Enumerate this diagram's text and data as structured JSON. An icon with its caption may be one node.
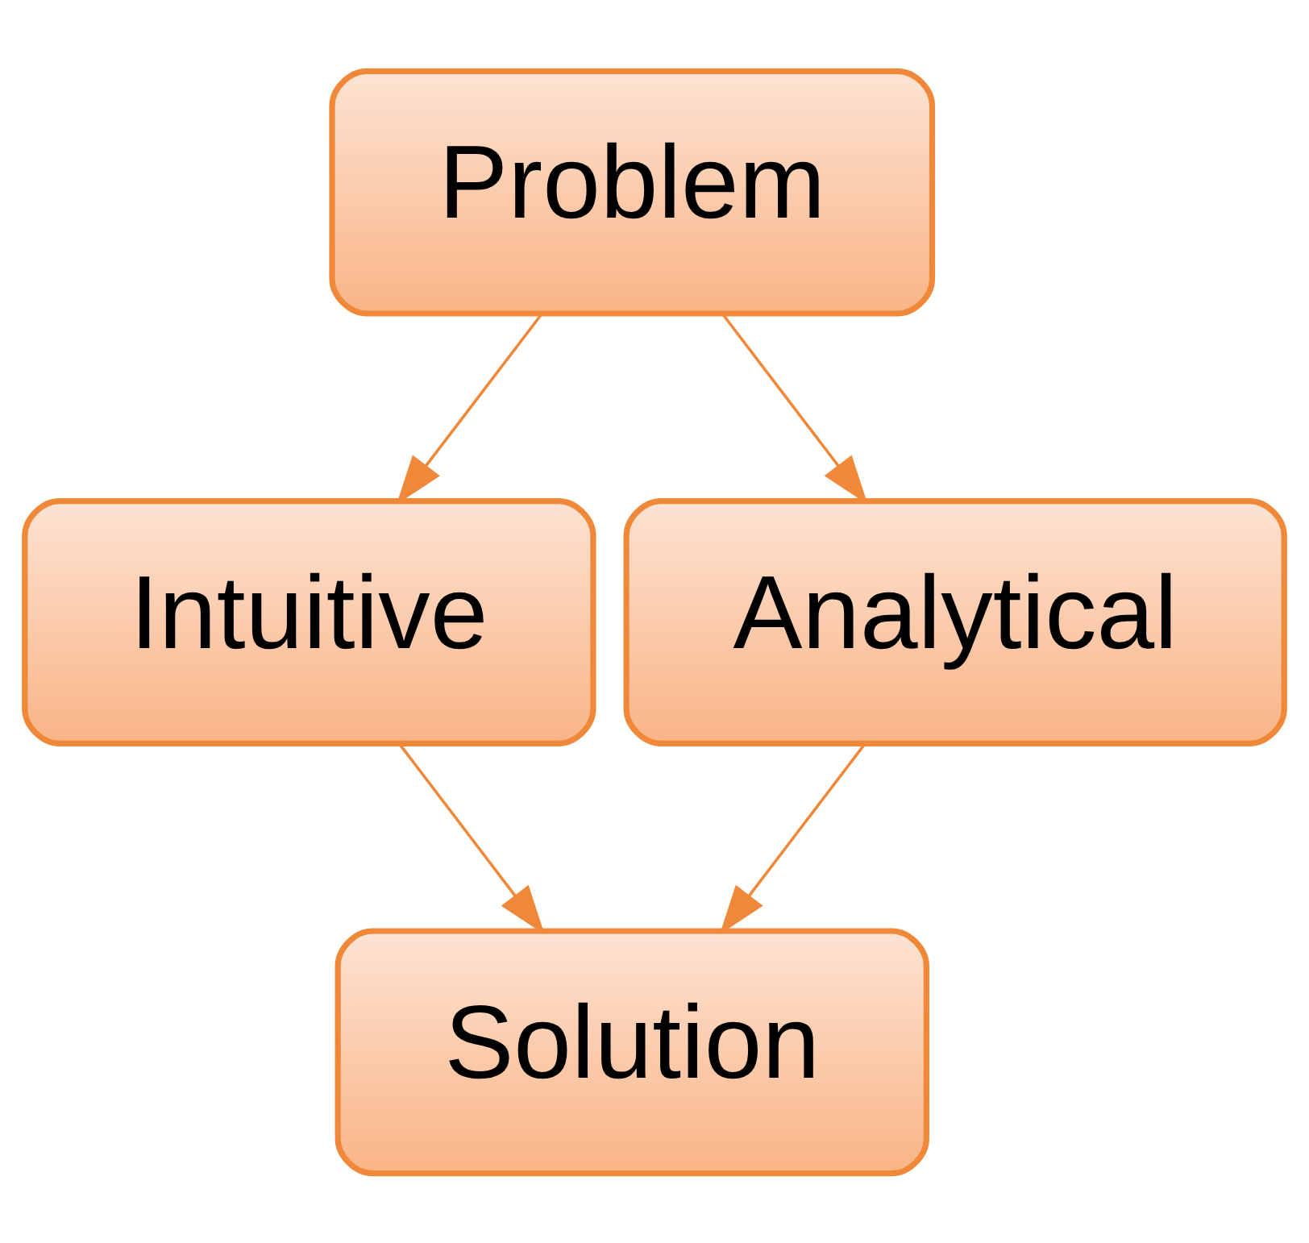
{
  "diagram": {
    "nodes": [
      {
        "text": [
          "Problem"
        ]
      },
      {
        "text": [
          "Intuitive"
        ]
      },
      {
        "text": [
          "Analytical"
        ]
      },
      {
        "text": [
          "Solution"
        ]
      }
    ],
    "edges": [
      {
        "from": 0,
        "to": 1,
        "arrow": "to"
      },
      {
        "from": 0,
        "to": 2,
        "arrow": "to"
      },
      {
        "from": 1,
        "to": 3,
        "arrow": "to"
      },
      {
        "from": 2,
        "to": 3,
        "arrow": "to"
      }
    ]
  }
}
